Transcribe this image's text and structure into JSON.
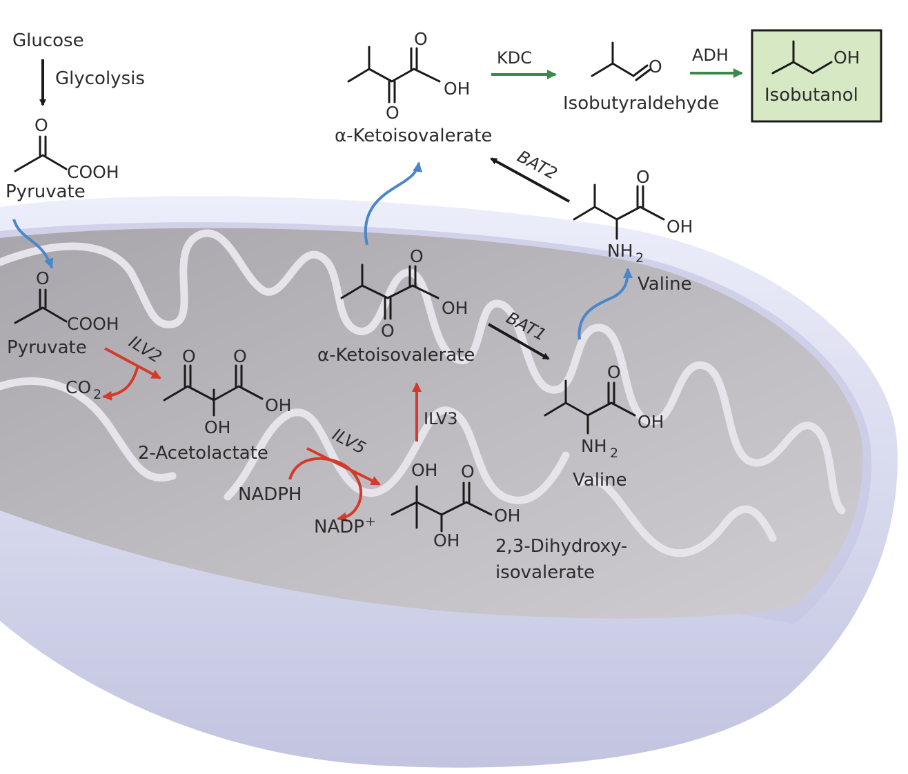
{
  "cytosol": {
    "glucose": "Glucose",
    "glycolysis": "Glycolysis",
    "pyruvate": "Pyruvate",
    "cooh": "COOH",
    "oxygen": "O",
    "kiv": "α-Ketoisovalerate",
    "oh": "OH",
    "kdc": "KDC",
    "isobutyraldehyde": "Isobutyraldehyde",
    "adh": "ADH",
    "isobutanol": "Isobutanol",
    "bat2": "BAT2",
    "valine": "Valine",
    "nh": "NH",
    "two": "2"
  },
  "mito": {
    "pyruvate": "Pyruvate",
    "cooh": "COOH",
    "ilv2": "ILV2",
    "co": "CO",
    "two": "2",
    "acetolactate": "2-Acetolactate",
    "ilv5": "ILV5",
    "nadph": "NADPH",
    "nadp": "NADP",
    "plus": "+",
    "ilv3": "ILV3",
    "dhiv_line1": "2,3-Dihydroxy-",
    "dhiv_line2": "isovalerate",
    "kiv": "α-Ketoisovalerate",
    "bat1": "BAT1",
    "valine": "Valine",
    "nh": "NH",
    "oh": "OH",
    "oxygen": "O"
  },
  "colors": {
    "black_arrow": "#1a1a1a",
    "green_arrow": "#3a8a4a",
    "red_arrow": "#d43a2a",
    "blue_arrow": "#4a86c8",
    "isobutanol_box_fill": "#d6e8c4",
    "mito_outer": "#d6d8ee",
    "mito_inner": "#b2b0b4",
    "crista_outline": "#e6e4ea"
  }
}
